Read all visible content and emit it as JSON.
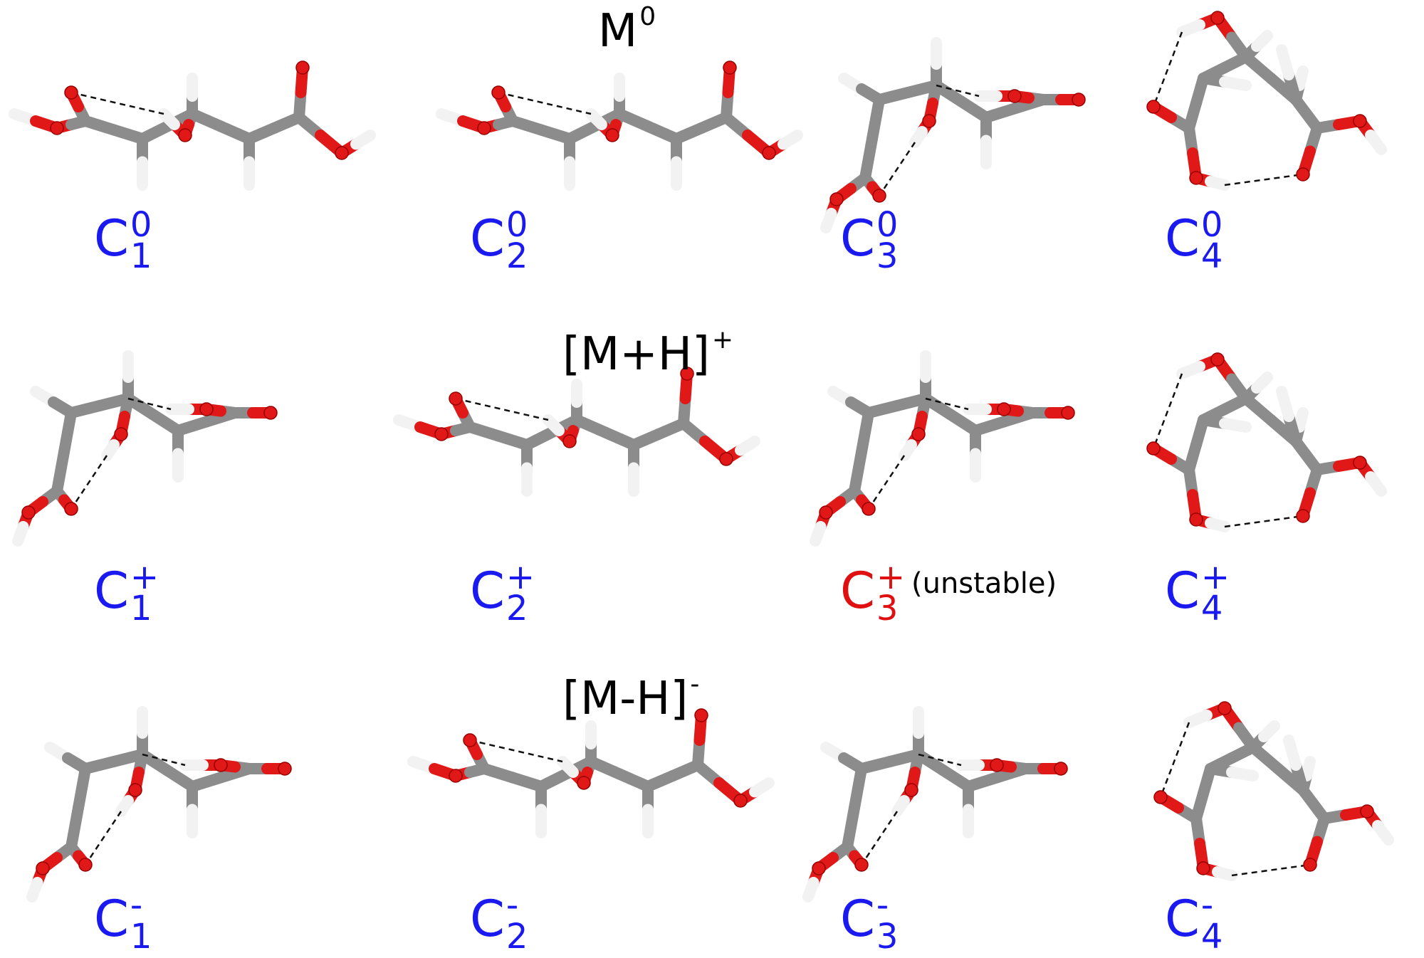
{
  "rows": [
    {
      "title_base": "M",
      "title_charge": "0"
    },
    {
      "title_base": "[M+H]",
      "title_charge": "+"
    },
    {
      "title_base": "[M-H]",
      "title_charge": "-"
    }
  ],
  "labels": {
    "neutral": [
      {
        "letter": "C",
        "sup": "0",
        "sub": "1"
      },
      {
        "letter": "C",
        "sup": "0",
        "sub": "2"
      },
      {
        "letter": "C",
        "sup": "0",
        "sub": "3"
      },
      {
        "letter": "C",
        "sup": "0",
        "sub": "4"
      }
    ],
    "cation": [
      {
        "letter": "C",
        "sup": "+",
        "sub": "1"
      },
      {
        "letter": "C",
        "sup": "+",
        "sub": "2"
      },
      {
        "letter": "C",
        "sup": "+",
        "sub": "3",
        "note": "(unstable)"
      },
      {
        "letter": "C",
        "sup": "+",
        "sub": "4"
      }
    ],
    "anion": [
      {
        "letter": "C",
        "sup": "-",
        "sub": "1"
      },
      {
        "letter": "C",
        "sup": "-",
        "sub": "2"
      },
      {
        "letter": "C",
        "sup": "-",
        "sub": "3"
      },
      {
        "letter": "C",
        "sup": "-",
        "sub": "4"
      }
    ]
  },
  "colors": {
    "label": "#1a1af0",
    "unstable_label": "#e01010",
    "carbon": "#8c8c8c",
    "oxygen": "#e01818",
    "hydrogen": "#f2f2f2",
    "hbond": "#111111"
  }
}
